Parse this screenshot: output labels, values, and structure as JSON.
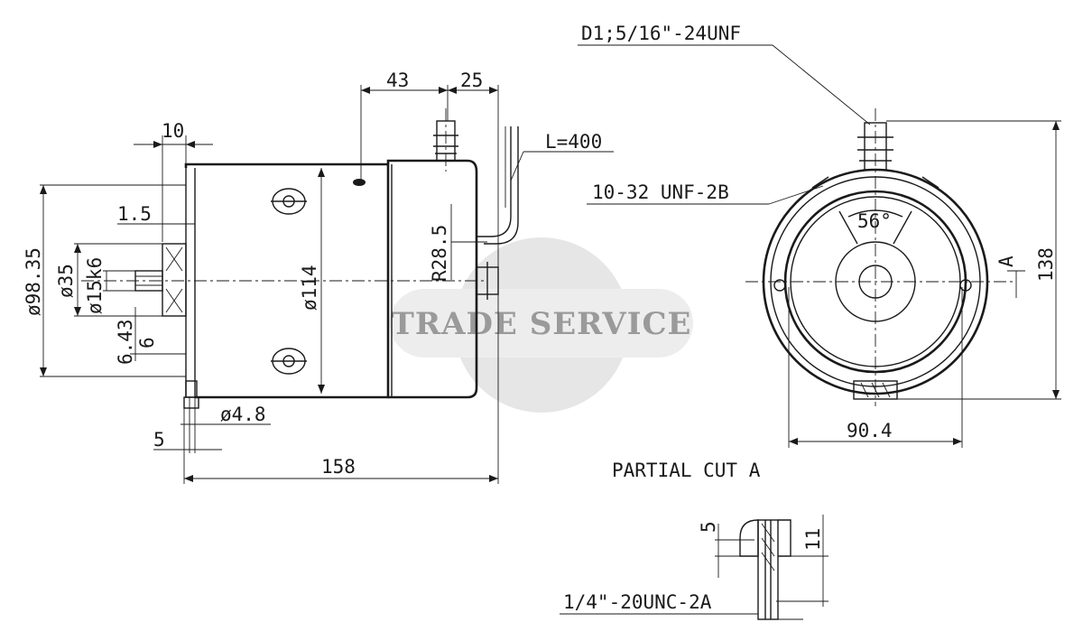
{
  "labels": {
    "dim_10": "10",
    "dim_43": "43",
    "dim_25": "25",
    "dim_L400": "L=400",
    "dim_1_5": "1.5",
    "dim_R28_5": "R28.5",
    "dim_d98_35": "ø98.35",
    "dim_d35": "ø35",
    "dim_d15k6": "ø15k6",
    "dim_d114": "ø114",
    "dim_6_43": "6.43",
    "dim_6": "6",
    "dim_d4_8": "ø4.8",
    "dim_5_side": "5",
    "dim_158": "158",
    "thread_d1": "D1;5/16\"-24UNF",
    "thread_10_32": "10-32 UNF-2B",
    "angle_56": "56°",
    "section_A": "A",
    "dim_138": "138",
    "dim_90_4": "90.4",
    "partial_cut": "PARTIAL CUT A",
    "dim_5_cut": "5",
    "dim_11": "11",
    "thread_1_4": "1/4\"-20UNC-2A"
  },
  "watermark": {
    "text": "TRADE SERVICE",
    "color": "#9a9a9a"
  }
}
